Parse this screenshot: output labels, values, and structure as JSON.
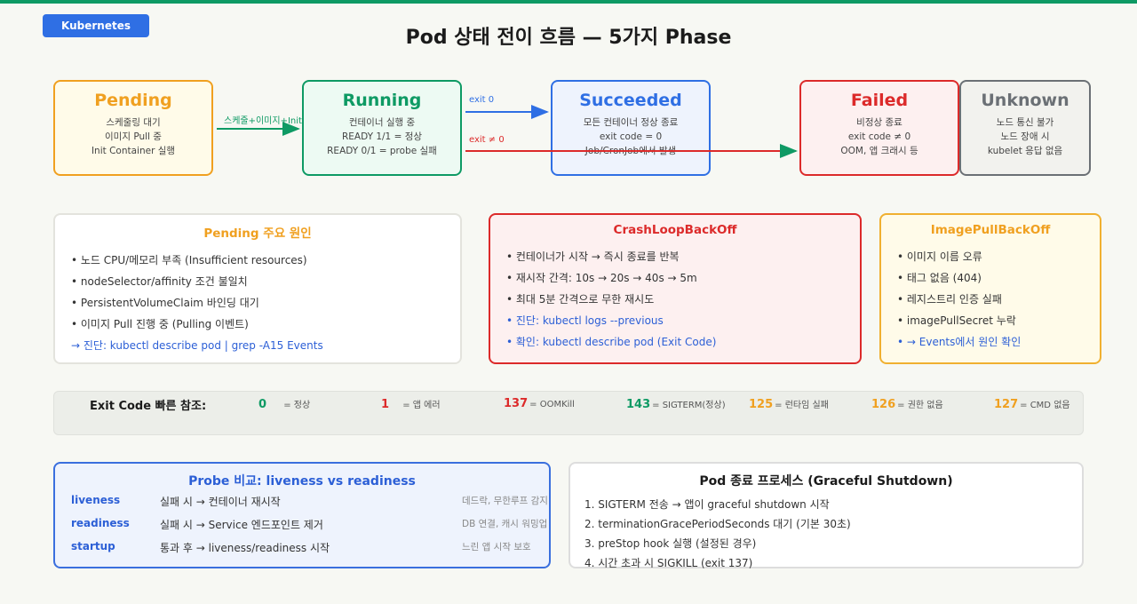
{
  "header": {
    "tag": "Kubernetes",
    "title": "Pod 상태 전이 흐름 — 5가지 Phase"
  },
  "phases": [
    {
      "name": "Pending",
      "lines": [
        "스케줄링 대기",
        "이미지 Pull 중",
        "Init Container 실행"
      ],
      "color": "#f0a020",
      "bg": "#fffbe9"
    },
    {
      "name": "Running",
      "lines": [
        "컨테이너 실행 중",
        "READY 1/1 = 정상",
        "READY 0/1 = probe 실패"
      ],
      "color": "#0e9a64",
      "bg": "#edfaf3"
    },
    {
      "name": "Succeeded",
      "lines": [
        "모든 컨테이너 정상 종료",
        "exit code = 0",
        "Job/CronJob에서 발생"
      ],
      "color": "#2f6fe4",
      "bg": "#eef3fd"
    },
    {
      "name": "Failed",
      "lines": [
        "비정상 종료",
        "exit code ≠ 0",
        "OOM, 앱 크래시 등"
      ],
      "color": "#dc2a2a",
      "bg": "#fdf0f0"
    },
    {
      "name": "Unknown",
      "lines": [
        "노드 통신 불가",
        "노드 장애 시",
        "kubelet 응답 없음"
      ],
      "color": "#6b7075",
      "bg": "#f2f2ee"
    }
  ],
  "transitions": {
    "pending_to_running": "스케줄+이미지+Init",
    "running_to_succeeded": "exit 0",
    "running_to_failed": "exit ≠ 0"
  },
  "cards": {
    "pending": {
      "title": "Pending 주요 원인",
      "items": [
        "• 노드 CPU/메모리 부족 (Insufficient resources)",
        "• nodeSelector/affinity 조건 불일치",
        "• PersistentVolumeClaim 바인딩 대기",
        "• 이미지 Pull 진행 중 (Pulling 이벤트)",
        "→ 진단: kubectl describe pod | grep -A15 Events"
      ]
    },
    "crashloop": {
      "title": "CrashLoopBackOff",
      "items": [
        "• 컨테이너가 시작 → 즉시 종료를 반복",
        "• 재시작 간격: 10s → 20s → 40s → 5m",
        "• 최대 5분 간격으로 무한 재시도",
        "• 진단: kubectl logs --previous",
        "• 확인: kubectl describe pod (Exit Code)"
      ]
    },
    "imagepull": {
      "title": "ImagePullBackOff",
      "items": [
        "• 이미지 이름 오류",
        "• 태그 없음 (404)",
        "• 레지스트리 인증 실패",
        "• imagePullSecret 누락",
        "• → Events에서 원인 확인"
      ]
    }
  },
  "exit_codes": {
    "label": "Exit Code 빠른 참조:",
    "items": [
      {
        "code": "0",
        "desc": "= 정상",
        "color": "#0e9a64"
      },
      {
        "code": "1",
        "desc": "= 앱 에러",
        "color": "#dc2a2a"
      },
      {
        "code": "137",
        "desc": "= OOMKill",
        "color": "#dc2a2a"
      },
      {
        "code": "143",
        "desc": "= SIGTERM(정상)",
        "color": "#0e9a64"
      },
      {
        "code": "125",
        "desc": "= 런타임 실패",
        "color": "#f0a020"
      },
      {
        "code": "126",
        "desc": "= 권한 없음",
        "color": "#f0a020"
      },
      {
        "code": "127",
        "desc": "= CMD 없음",
        "color": "#f0a020"
      }
    ]
  },
  "probe": {
    "title": "Probe 비교: liveness vs readiness",
    "rows": [
      {
        "name": "liveness",
        "desc": "실패 시 → 컨테이너 재시작",
        "note": "데드락, 무한루프 감지"
      },
      {
        "name": "readiness",
        "desc": "실패 시 → Service 엔드포인트 제거",
        "note": "DB 연결, 캐시 워밍업"
      },
      {
        "name": "startup",
        "desc": "통과 후 → liveness/readiness 시작",
        "note": "느린 앱 시작 보호"
      }
    ]
  },
  "termination": {
    "title": "Pod 종료 프로세스 (Graceful Shutdown)",
    "steps": [
      "1. SIGTERM 전송 → 앱이 graceful shutdown 시작",
      "2. terminationGracePeriodSeconds 대기 (기본 30초)",
      "3. preStop hook 실행 (설정된 경우)",
      "4. 시간 초과 시 SIGKILL (exit 137)"
    ]
  }
}
